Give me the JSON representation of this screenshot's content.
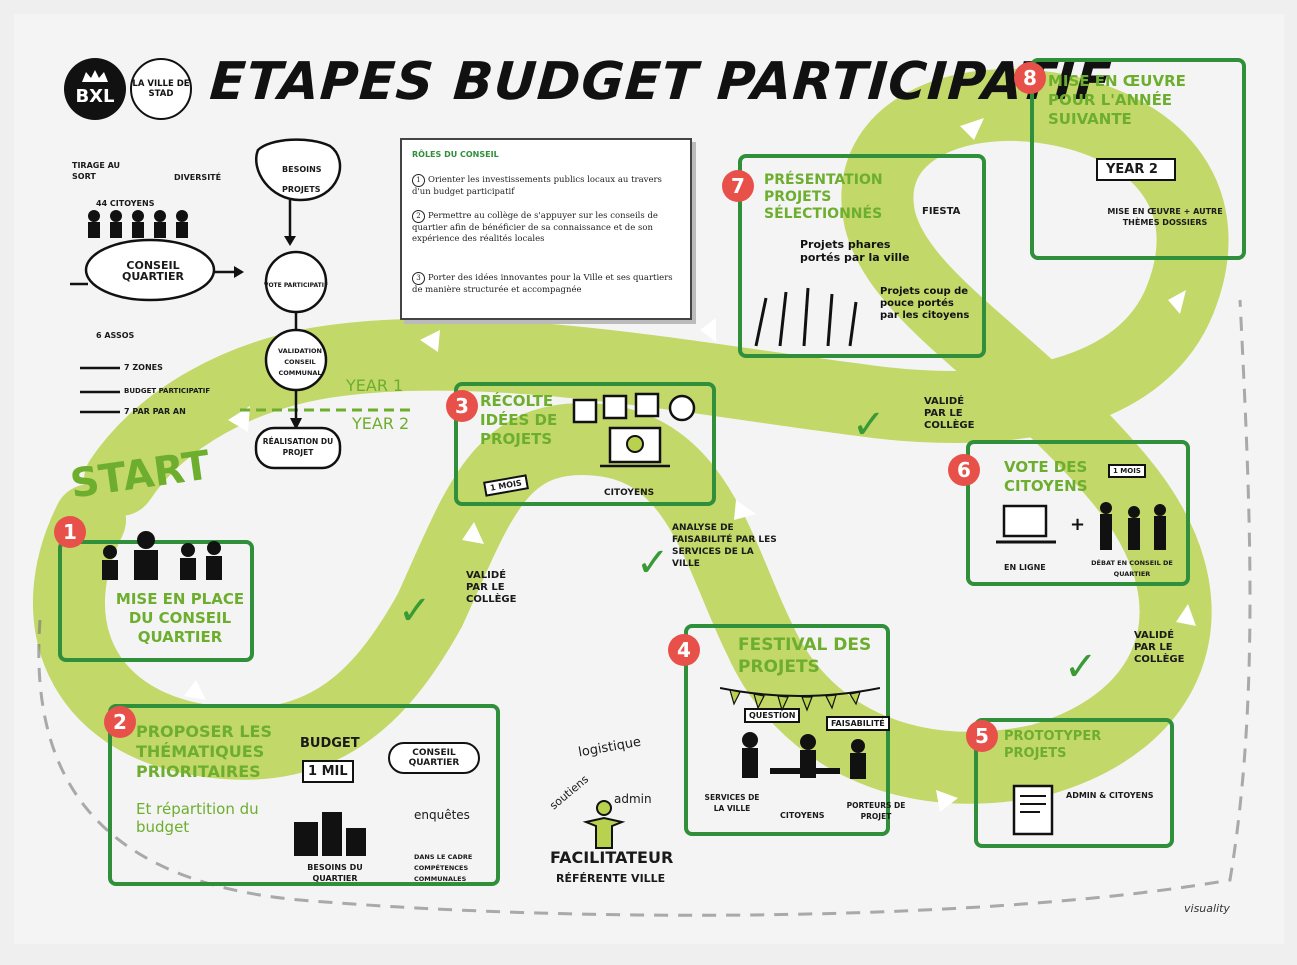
{
  "header": {
    "logo_bxl": "BXL",
    "logo_ville": "LA VILLE DE STAD",
    "title": "ETAPES BUDGET PARTICIPATIF"
  },
  "legend_left": {
    "tirage": "TIRAGE AU SORT",
    "diversite": "DIVERSITÉ",
    "citoyens": "44 CITOYENS",
    "conseil": "CONSEIL QUARTIER",
    "assos": "6 ASSOS",
    "zones": "7 ZONES",
    "budget": "BUDGET PARTICIPATIF",
    "par_an": "7 PAR PAR AN"
  },
  "flow_center": {
    "besoins": "BESOINS",
    "projets": "PROJETS",
    "vote": "VOTE PARTICIPATIF",
    "validation": "VALIDATION CONSEIL COMMUNAL",
    "realisation": "RÉALISATION DU PROJET",
    "year1": "YEAR 1",
    "year2": "YEAR 2"
  },
  "conseil_roles": {
    "title": "RÔLES DU CONSEIL",
    "items": [
      {
        "n": "1",
        "text": "Orienter les investissements publics locaux au travers d'un budget participatif"
      },
      {
        "n": "2",
        "text": "Permettre au collège de s'appuyer sur les conseils de quartier afin de bénéficier de sa connaissance et de son expérience des réalités locales"
      },
      {
        "n": "3",
        "text": "Porter des idées innovantes pour la Ville et ses quartiers de manière structurée et accompagnée"
      }
    ]
  },
  "start_label": "START",
  "steps": [
    {
      "n": "1",
      "label": "MISE EN PLACE DU CONSEIL QUARTIER"
    },
    {
      "n": "2",
      "label": "PROPOSER LES THÉMATIQUES PRIORITAIRES",
      "sub": "Et répartition du budget"
    },
    {
      "n": "3",
      "label": "RÉCOLTE IDÉES DE PROJETS"
    },
    {
      "n": "4",
      "label": "FESTIVAL DES PROJETS"
    },
    {
      "n": "5",
      "label": "PROTOTYPER PROJETS"
    },
    {
      "n": "6",
      "label": "VOTE DES CITOYENS"
    },
    {
      "n": "7",
      "label": "PRÉSENTATION PROJETS SÉLECTIONNÉS"
    },
    {
      "n": "8",
      "label": "MISE EN ŒUVRE POUR L'ANNÉE SUIVANTE"
    }
  ],
  "annotations": {
    "valide_college": "VALIDÉ PAR LE COLLÈGE",
    "analyse": "ANALYSE DE FAISABILITÉ PAR LES SERVICES DE LA VILLE",
    "citoyens": "CITOYENS",
    "mois": "1 MOIS",
    "budget": "BUDGET",
    "mil": "1 MIL",
    "conseil_quartier": "CONSEIL QUARTIER",
    "enquetes": "enquêtes",
    "besoins_quartier": "BESOINS DU QUARTIER",
    "dans_cadre": "DANS LE CADRE COMPÉTENCES COMMUNALES",
    "logistique": "logistique",
    "soutiens": "soutiens",
    "admin": "admin",
    "facilitateur": "FACILITATEUR",
    "referente": "RÉFÉRENTE VILLE",
    "question": "QUESTION",
    "faisabilite": "FAISABILITÉ",
    "services": "SERVICES DE LA VILLE",
    "citoyens2": "CITOYENS",
    "porteurs": "PORTEURS DE PROJET",
    "admin_citoyens": "ADMIN & CITOYENS",
    "en_ligne": "EN LIGNE",
    "debat": "DÉBAT EN CONSEIL DE QUARTIER",
    "projets_phares": "Projets phares portés par la ville",
    "projets_coup": "Projets coup de pouce portés par les citoyens",
    "fiesta": "FIESTA",
    "year2_sign": "YEAR 2",
    "mise_oeuvre": "MISE EN ŒUVRE + AUTRE THÈMES DOSSIERS"
  },
  "signature": "visuality"
}
